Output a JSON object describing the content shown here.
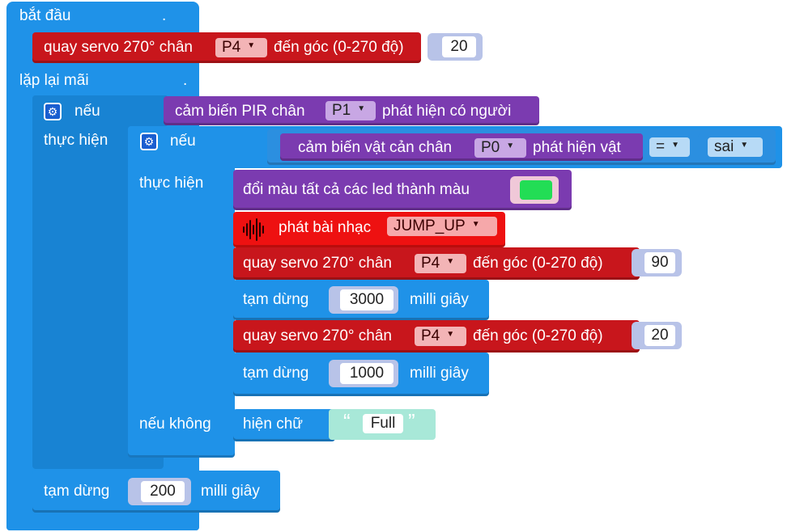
{
  "start": {
    "label": "bắt đầu",
    "dot": "."
  },
  "servo_init": {
    "text": "quay servo 270° chân",
    "pin": "P4",
    "angle_text": "đến góc (0-270 độ)",
    "angle": "20"
  },
  "forever": {
    "label": "lặp lại mãi",
    "dot": "."
  },
  "if1": {
    "if_label": "nếu",
    "do_label": "thực hiện",
    "sensor_text": "cảm biến PIR chân",
    "pin": "P1",
    "sensor_tail": "phát hiện có người"
  },
  "if2": {
    "if_label": "nếu",
    "do_label": "thực hiện",
    "else_label": "nếu không",
    "sensor_text": "cảm biến vật cản chân",
    "pin": "P0",
    "sensor_tail": "phát hiện vật",
    "operator": "=",
    "value": "sai"
  },
  "led": {
    "text": "đổi màu tất cả các led thành màu",
    "color": "#22dd55"
  },
  "music": {
    "text": "phát bài nhạc",
    "song": "JUMP_UP"
  },
  "servo_a": {
    "text": "quay servo 270° chân",
    "pin": "P4",
    "angle_text": "đến góc (0-270 độ)",
    "angle": "90"
  },
  "pause_a": {
    "text": "tạm dừng",
    "value": "3000",
    "unit": "milli giây"
  },
  "servo_b": {
    "text": "quay servo 270° chân",
    "pin": "P4",
    "angle_text": "đến góc (0-270 độ)",
    "angle": "20"
  },
  "pause_b": {
    "text": "tạm dừng",
    "value": "1000",
    "unit": "milli giây"
  },
  "show_text": {
    "text": "hiện chữ",
    "open_quote": "“",
    "value": "Full",
    "close_quote": "”"
  },
  "pause_c": {
    "text": "tạm dừng",
    "value": "200",
    "unit": "milli giây"
  },
  "colors": {
    "basic_blue": "#1f92e8",
    "servo_red": "#c8161c",
    "music_red": "#ee1111",
    "sensor_purple": "#7b3bb0",
    "text_mint": "#a8e8d8"
  }
}
